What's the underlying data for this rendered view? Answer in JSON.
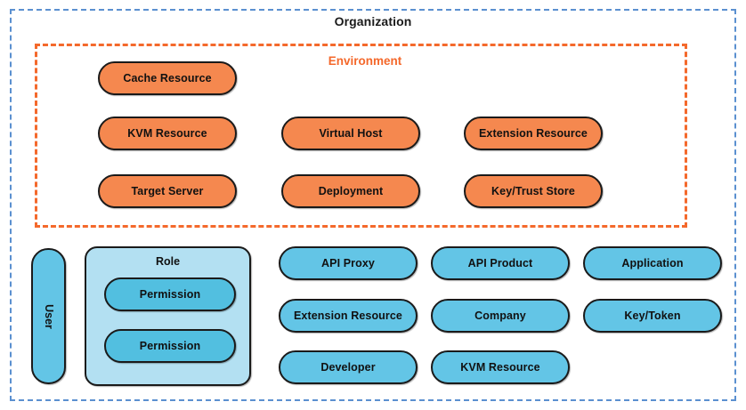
{
  "diagram": {
    "organization": {
      "title": "Organization",
      "border_color": "#5b90d0",
      "border_style": "dashed"
    },
    "environment": {
      "title": "Environment",
      "border_color": "#f4692c",
      "title_color": "#f4682b",
      "border_style": "dashed",
      "entities": [
        {
          "label": "Cache Resource",
          "column": 1,
          "row": 1
        },
        {
          "label": "KVM Resource",
          "column": 1,
          "row": 2
        },
        {
          "label": "Target Server",
          "column": 1,
          "row": 3
        },
        {
          "label": "Virtual Host",
          "column": 2,
          "row": 2
        },
        {
          "label": "Deployment",
          "column": 2,
          "row": 3
        },
        {
          "label": "Extension Resource",
          "column": 3,
          "row": 2
        },
        {
          "label": "Key/Trust Store",
          "column": 3,
          "row": 3
        }
      ],
      "entity_fill": "#f5884f"
    },
    "org_level": {
      "user": {
        "label": "User",
        "fill": "#63c5e6",
        "orientation": "vertical"
      },
      "role": {
        "label": "Role",
        "fill": "#b3e0f2",
        "permissions": [
          {
            "label": "Permission"
          },
          {
            "label": "Permission"
          }
        ],
        "permission_fill": "#52bfe0"
      },
      "entity_fill": "#63c5e6",
      "entities": [
        {
          "label": "API Proxy",
          "column": 1,
          "row": 1
        },
        {
          "label": "API Product",
          "column": 2,
          "row": 1
        },
        {
          "label": "Application",
          "column": 3,
          "row": 1
        },
        {
          "label": "Extension Resource",
          "column": 1,
          "row": 2
        },
        {
          "label": "Company",
          "column": 2,
          "row": 2
        },
        {
          "label": "Key/Token",
          "column": 3,
          "row": 2
        },
        {
          "label": "Developer",
          "column": 1,
          "row": 3
        },
        {
          "label": "KVM Resource",
          "column": 2,
          "row": 3
        }
      ]
    }
  }
}
